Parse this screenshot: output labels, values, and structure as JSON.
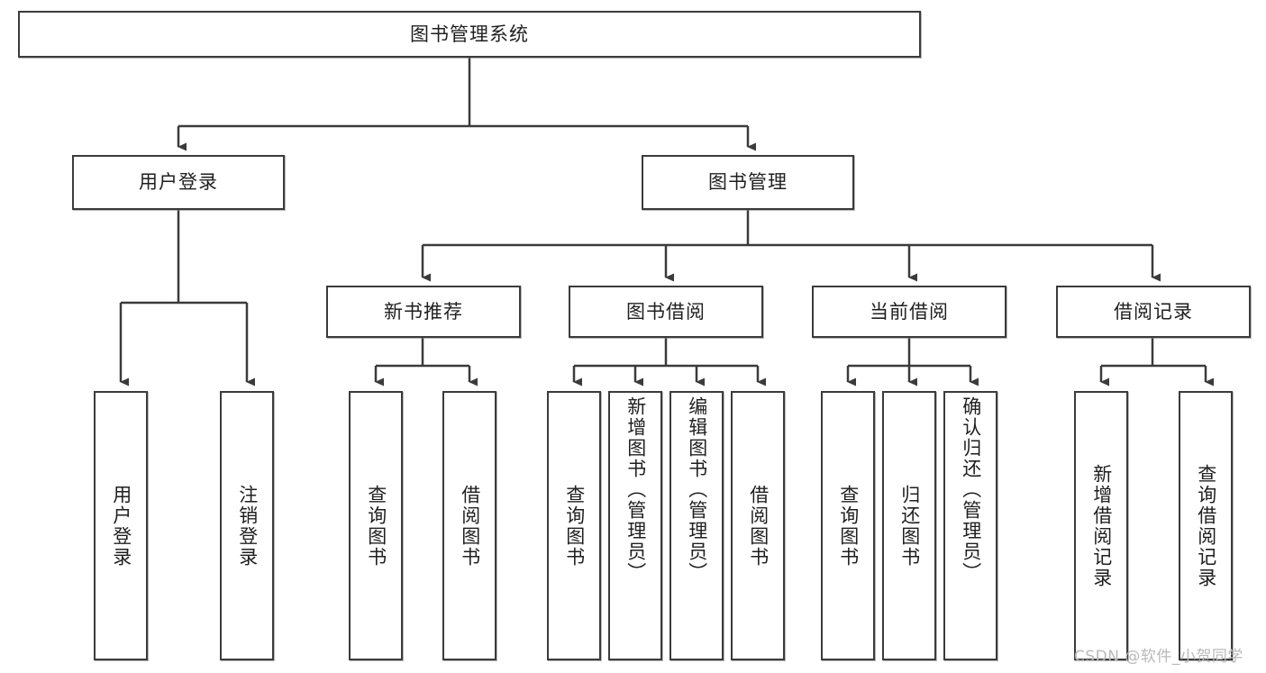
{
  "diagram": {
    "title_node": {
      "label": "图书管理系统"
    },
    "level2": [
      {
        "label": "用户登录"
      },
      {
        "label": "图书管理"
      }
    ],
    "level3": [
      {
        "label": "新书推荐"
      },
      {
        "label": "图书借阅"
      },
      {
        "label": "当前借阅"
      },
      {
        "label": "借阅记录"
      }
    ],
    "leaves": {
      "user_login": [
        {
          "label": "用户登录"
        },
        {
          "label": "注销登录"
        }
      ],
      "new_book_recommend": [
        {
          "label": "查询图书"
        },
        {
          "label": "借阅图书"
        }
      ],
      "book_borrow": [
        {
          "label": "查询图书"
        },
        {
          "label": "新增图书（管理员）"
        },
        {
          "label": "编辑图书（管理员）"
        },
        {
          "label": "借阅图书"
        }
      ],
      "current_borrow": [
        {
          "label": "查询图书"
        },
        {
          "label": "归还图书"
        },
        {
          "label": "确认归还（管理员）"
        }
      ],
      "borrow_record": [
        {
          "label": "新增借阅记录"
        },
        {
          "label": "查询借阅记录"
        }
      ]
    }
  },
  "watermark": {
    "text": "CSDN @软件_小贺同学"
  },
  "colors": {
    "box_border": "#3b3b3b",
    "connector": "#3b3b3b",
    "background": "#ffffff",
    "text": "#1f1f1f",
    "watermark": "#b9b9b9"
  }
}
